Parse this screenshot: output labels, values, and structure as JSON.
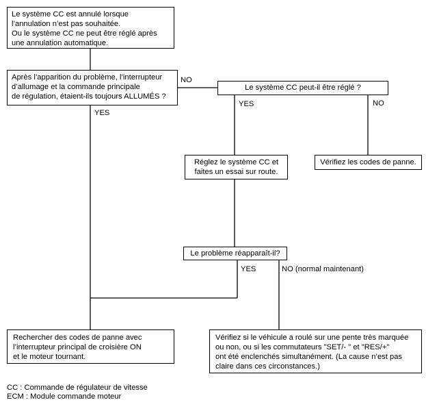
{
  "boxes": {
    "symptom": "Le système CC est annulé lorsque\nl’annulation n’est pas souhaitée.\nOu le système CC ne peut être réglé après\nune annulation automatique.",
    "q_switches": "Après l’apparition du problème, l’interrupteur\nd’allumage et la commande principale\nde régulation, étaient-ils toujours ALLUMÉS ?",
    "q_can_set": "Le système CC peut-il être réglé ?",
    "check_codes": "Vérifiez les codes de panne.",
    "road_test": "Réglez le système CC et\nfaites un essai sur route.",
    "q_reappear": "Le problème réapparaît-il?",
    "search_codes": "Rechercher des codes de panne avec\nl’interrupteur principal de croisière ON\net le moteur tournant.",
    "check_slope": "Vérifiez si le véhicule a roulé sur une pente très marquée\nou non, ou si les commutateurs \"SET/- \" et \"RES/+\"\nont été enclenchés simultanément. (La cause n’est pas\nclaire dans ces circonstances.)"
  },
  "labels": {
    "no_1": "NO",
    "yes_1": "YES",
    "yes_2": "YES",
    "no_2": "NO",
    "yes_3": "YES",
    "no_3": "NO (normal maintenant)"
  },
  "legend": {
    "cc": "CC : Commande de régulateur de vitesse",
    "ecm": "ECM : Module commande moteur"
  }
}
